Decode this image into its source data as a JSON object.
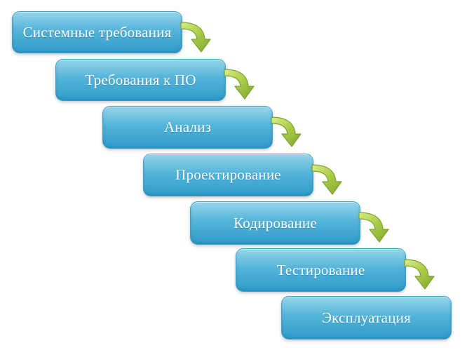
{
  "diagram": {
    "steps": [
      "Системные требования",
      "Требования к ПО",
      "Анализ",
      "Проектирование",
      "Кодирование",
      "Тестирование",
      "Эксплуатация"
    ],
    "colors": {
      "box_top": "#95d6ea",
      "box_bottom": "#2f9cc9",
      "box_text": "#ffffff",
      "arrow_light": "#c7e36c",
      "arrow_dark": "#7fa42e"
    },
    "icons": {
      "connector": "curved-down-arrow-icon"
    }
  }
}
